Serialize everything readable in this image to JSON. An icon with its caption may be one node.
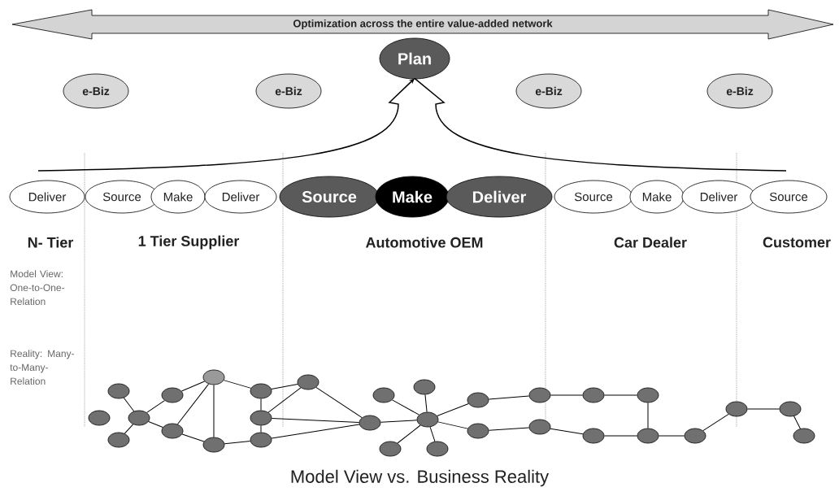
{
  "diagram": {
    "caption": "Model View vs. Business Reality",
    "nodes": [
      {
        "text": [
          "Optimization across the entire value-added network"
        ]
      },
      {
        "text": [
          "Plan"
        ]
      },
      {
        "text": [
          "e-Biz"
        ]
      },
      {
        "text": [
          "e-Biz"
        ]
      },
      {
        "text": [
          "e-Biz"
        ]
      },
      {
        "text": [
          "e-Biz"
        ]
      },
      {
        "text": [
          "Deliver"
        ]
      },
      {
        "text": [
          "Source"
        ]
      },
      {
        "text": [
          "Make"
        ]
      },
      {
        "text": [
          "Deliver"
        ]
      },
      {
        "text": [
          "Source"
        ]
      },
      {
        "text": [
          "Make"
        ]
      },
      {
        "text": [
          "Deliver"
        ]
      },
      {
        "text": [
          "Source"
        ]
      },
      {
        "text": [
          "Make"
        ]
      },
      {
        "text": [
          "Deliver"
        ]
      },
      {
        "text": [
          "Source"
        ]
      },
      {
        "text": [],
        "shape": "ellipse"
      },
      {
        "text": [],
        "shape": "ellipse"
      },
      {
        "text": [],
        "shape": "ellipse"
      },
      {
        "text": [],
        "shape": "ellipse"
      },
      {
        "text": [],
        "shape": "ellipse"
      },
      {
        "text": [],
        "shape": "ellipse"
      },
      {
        "text": [],
        "shape": "ellipse"
      },
      {
        "text": [],
        "shape": "ellipse"
      },
      {
        "text": [],
        "shape": "ellipse"
      },
      {
        "text": [],
        "shape": "ellipse"
      },
      {
        "text": [],
        "shape": "ellipse"
      },
      {
        "text": [],
        "shape": "ellipse"
      },
      {
        "text": [],
        "shape": "ellipse"
      },
      {
        "text": [],
        "shape": "ellipse"
      },
      {
        "text": [],
        "shape": "ellipse"
      },
      {
        "text": [],
        "shape": "ellipse"
      },
      {
        "text": [],
        "shape": "ellipse"
      },
      {
        "text": [],
        "shape": "ellipse"
      },
      {
        "text": [],
        "shape": "ellipse"
      },
      {
        "text": [],
        "shape": "ellipse"
      },
      {
        "text": [],
        "shape": "ellipse"
      },
      {
        "text": [],
        "shape": "ellipse"
      },
      {
        "text": [],
        "shape": "ellipse"
      },
      {
        "text": [],
        "shape": "ellipse"
      },
      {
        "text": [],
        "shape": "ellipse"
      },
      {
        "text": [],
        "shape": "ellipse"
      },
      {
        "text": [],
        "shape": "ellipse"
      },
      {
        "text": [],
        "shape": "ellipse"
      },
      {
        "text": [],
        "shape": "ellipse"
      },
      {
        "text": [],
        "shape": "ellipse"
      }
    ],
    "edges": [
      {
        "from": null,
        "to": 1,
        "arrow": "to"
      },
      {
        "from": 17,
        "to": 19,
        "arrow": "none"
      },
      {
        "from": 19,
        "to": 20,
        "arrow": "none"
      },
      {
        "from": 19,
        "to": 21,
        "arrow": "none"
      },
      {
        "from": 19,
        "to": 23,
        "arrow": "none"
      },
      {
        "from": 21,
        "to": 22,
        "arrow": "none"
      },
      {
        "from": 22,
        "to": 23,
        "arrow": "none"
      },
      {
        "from": 22,
        "to": 24,
        "arrow": "none"
      },
      {
        "from": 22,
        "to": 25,
        "arrow": "none"
      },
      {
        "from": 23,
        "to": 24,
        "arrow": "none"
      },
      {
        "from": 24,
        "to": 27,
        "arrow": "none"
      },
      {
        "from": 25,
        "to": 26,
        "arrow": "none"
      },
      {
        "from": 26,
        "to": 27,
        "arrow": "none"
      },
      {
        "from": 25,
        "to": 28,
        "arrow": "none"
      },
      {
        "from": 26,
        "to": 28,
        "arrow": "none"
      },
      {
        "from": 28,
        "to": 29,
        "arrow": "none"
      },
      {
        "from": 26,
        "to": 29,
        "arrow": "none"
      },
      {
        "from": 27,
        "to": 29,
        "arrow": "none"
      },
      {
        "from": 29,
        "to": 32,
        "arrow": "none"
      },
      {
        "from": 30,
        "to": 32,
        "arrow": "none"
      },
      {
        "from": 31,
        "to": 32,
        "arrow": "none"
      },
      {
        "from": 32,
        "to": 33,
        "arrow": "none"
      },
      {
        "from": 32,
        "to": 34,
        "arrow": "none"
      },
      {
        "from": 32,
        "to": 35,
        "arrow": "none"
      },
      {
        "from": 32,
        "to": 36,
        "arrow": "none"
      },
      {
        "from": 35,
        "to": 37,
        "arrow": "none"
      },
      {
        "from": 37,
        "to": 39,
        "arrow": "none"
      },
      {
        "from": 39,
        "to": 41,
        "arrow": "none"
      },
      {
        "from": 41,
        "to": 42,
        "arrow": "none"
      },
      {
        "from": 36,
        "to": 38,
        "arrow": "none"
      },
      {
        "from": 38,
        "to": 40,
        "arrow": "none"
      },
      {
        "from": 40,
        "to": 42,
        "arrow": "none"
      },
      {
        "from": 42,
        "to": 43,
        "arrow": "none"
      },
      {
        "from": 43,
        "to": 44,
        "arrow": "none"
      },
      {
        "from": 44,
        "to": 45,
        "arrow": "none"
      },
      {
        "from": 45,
        "to": 46,
        "arrow": "none"
      }
    ],
    "labels": [
      "N- Tier",
      "1 Tier Supplier",
      "Automotive OEM",
      "Car Dealer",
      "Customer",
      "Model View: One-to-One-Relation",
      "Reality: Many-to-Many-Relation"
    ]
  }
}
